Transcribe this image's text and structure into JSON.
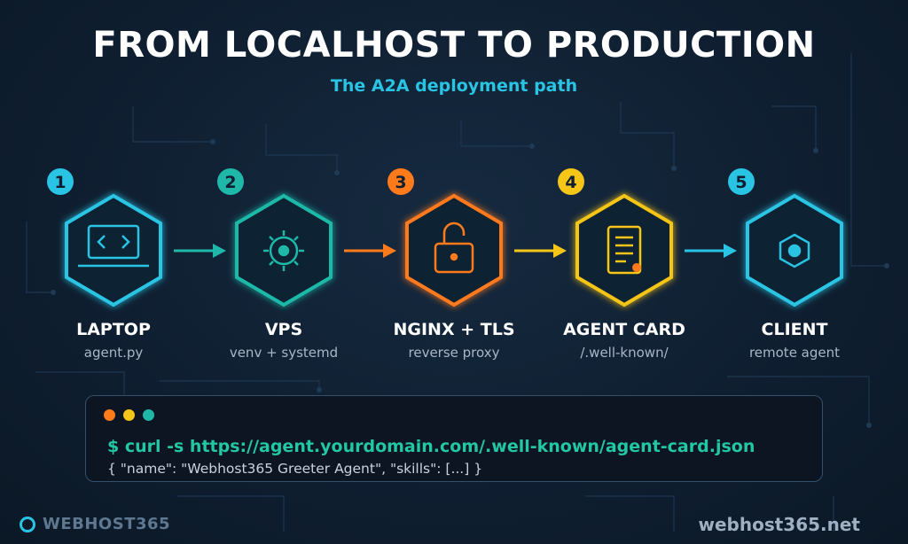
{
  "title": "FROM LOCALHOST TO PRODUCTION",
  "subtitle": "The A2A deployment path",
  "steps": [
    {
      "number": "1",
      "label": "LAPTOP",
      "sub": "agent.py",
      "icon": "laptop-code-icon",
      "color": "#29c4e4"
    },
    {
      "number": "2",
      "label": "VPS",
      "sub": "venv + systemd",
      "icon": "gear-icon",
      "color": "#1fb8a8"
    },
    {
      "number": "3",
      "label": "NGINX + TLS",
      "sub": "reverse proxy",
      "icon": "padlock-icon",
      "color": "#ff7a1a"
    },
    {
      "number": "4",
      "label": "AGENT CARD",
      "sub": "/.well-known/",
      "icon": "document-icon",
      "color": "#f5c518"
    },
    {
      "number": "5",
      "label": "CLIENT",
      "sub": "remote agent",
      "icon": "client-node-icon",
      "color": "#29c4e4"
    }
  ],
  "terminal": {
    "command": "$ curl -s https://agent.yourdomain.com/.well-known/agent-card.json",
    "output": "{ \"name\": \"Webhost365 Greeter Agent\", \"skills\": [...] }",
    "dots": [
      "#ff7a1a",
      "#f5c518",
      "#1fb8a8"
    ]
  },
  "footer": {
    "brand_left": "WEBHOST365",
    "brand_right": "webhost365.net"
  }
}
